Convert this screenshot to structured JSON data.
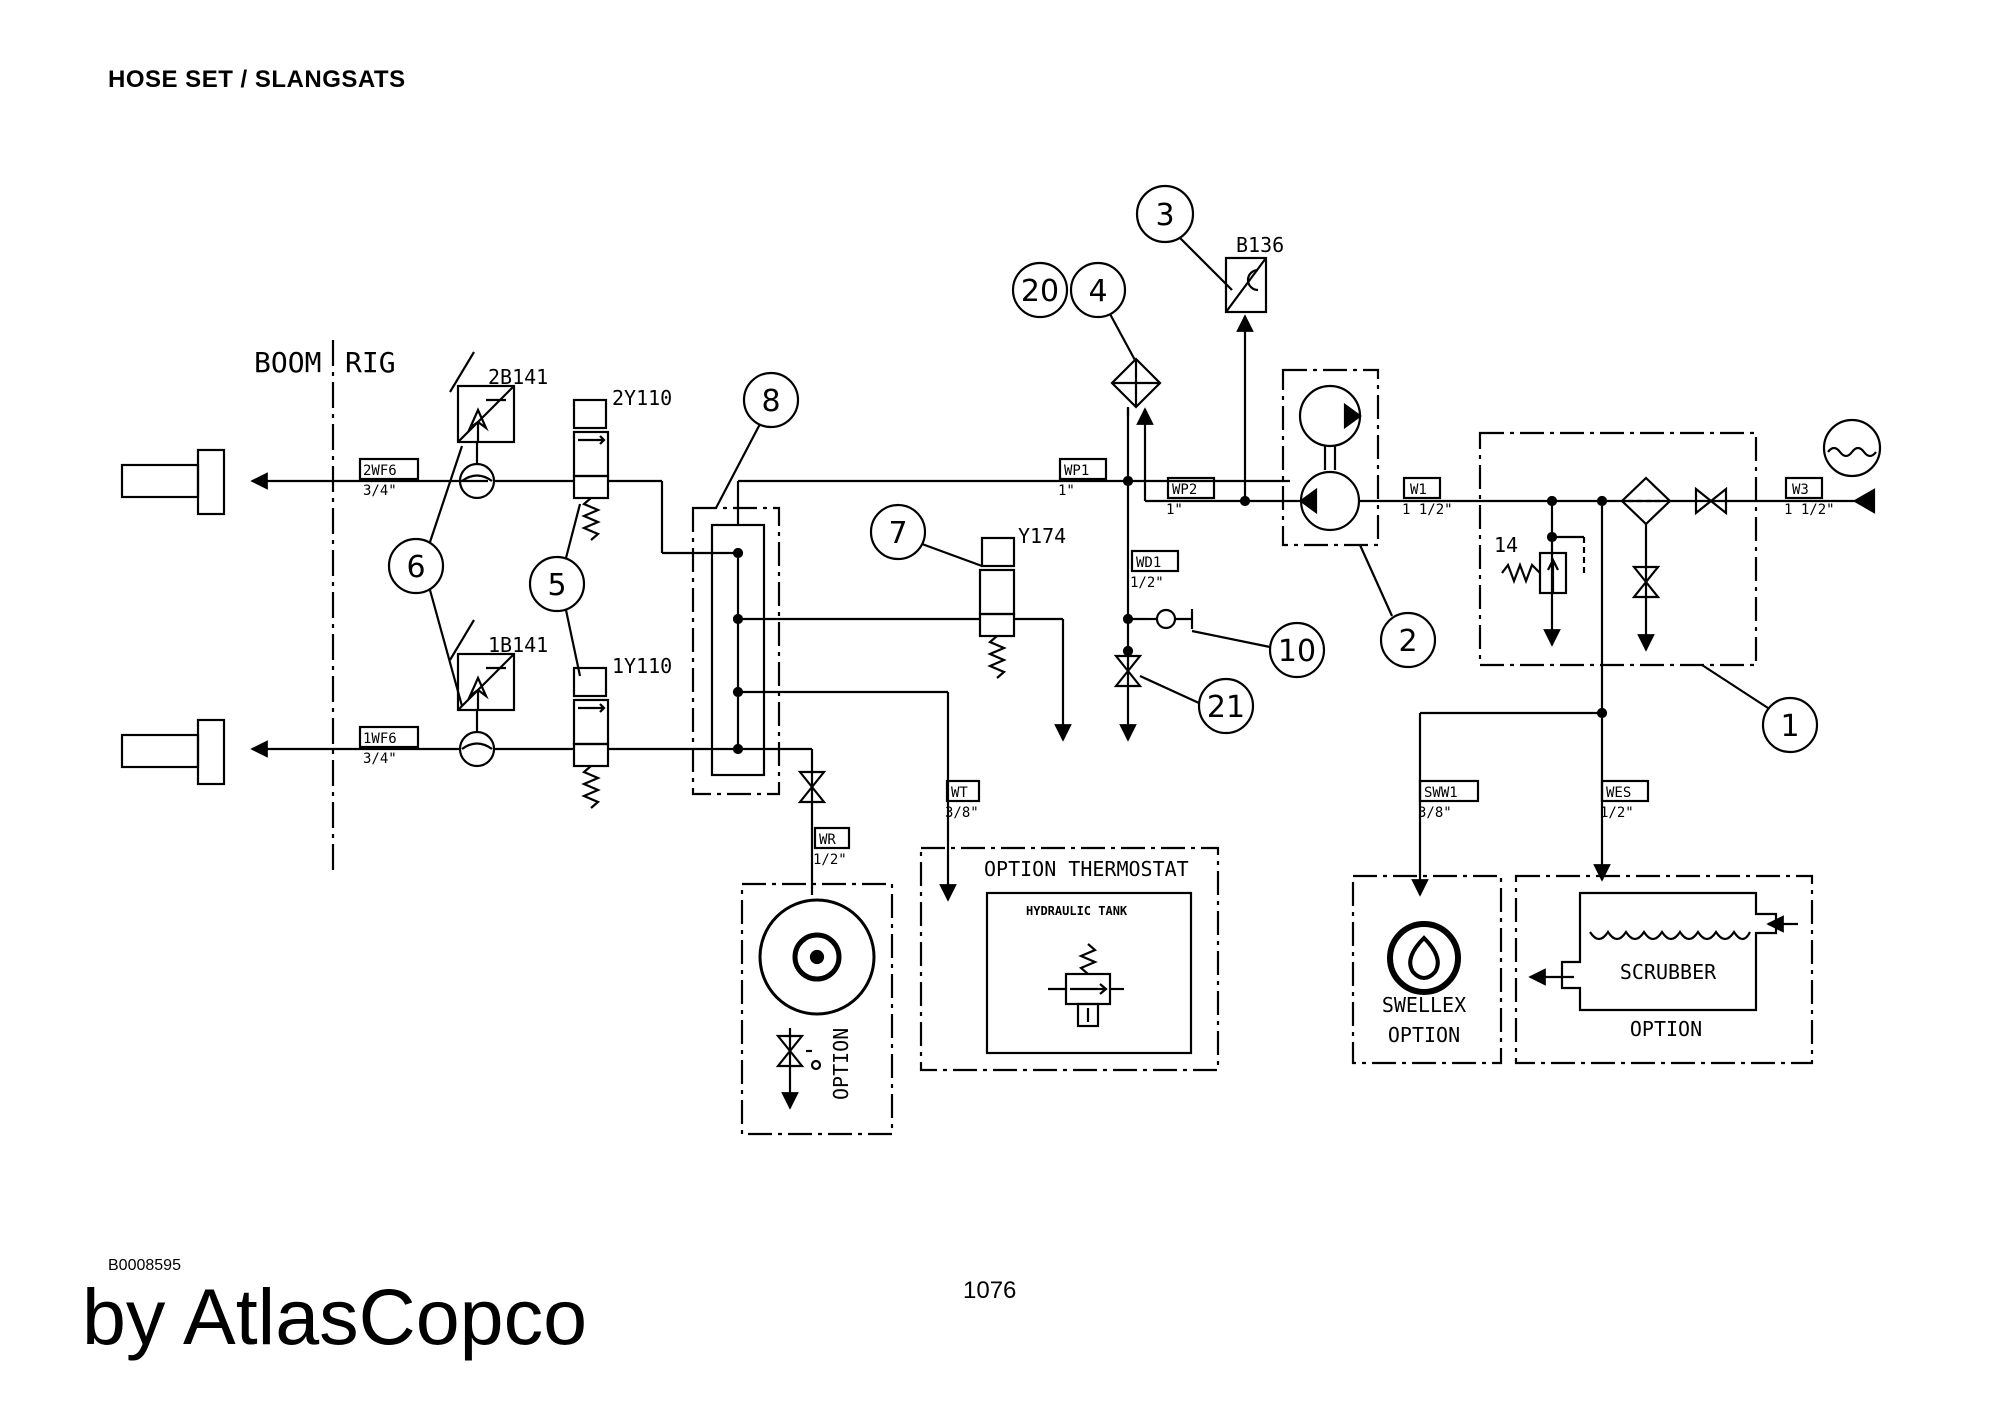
{
  "header": "HOSE SET / SLANGSATS",
  "drawing_number": "B0008595",
  "page_number": "1076",
  "brand": "by AtlasCopco",
  "zones": {
    "boom": "BOOM",
    "rig": "RIG"
  },
  "components": {
    "b136": "B136",
    "b2_141": "2B141",
    "b1_141": "1B141",
    "y2_110": "2Y110",
    "y1_110": "1Y110",
    "y174": "Y174",
    "r14": "14"
  },
  "hoses": {
    "wf2": {
      "code": "2WF6",
      "size": "3/4\""
    },
    "wf1": {
      "code": "1WF6",
      "size": "3/4\""
    },
    "wp1": {
      "code": "WP1",
      "size": "1\""
    },
    "wp2": {
      "code": "WP2",
      "size": "1\""
    },
    "wd1": {
      "code": "WD1",
      "size": "1/2\""
    },
    "w1": {
      "code": "W1",
      "size": "1 1/2\""
    },
    "w3": {
      "code": "W3",
      "size": "1 1/2\""
    },
    "wt": {
      "code": "WT",
      "size": "3/8\""
    },
    "wr": {
      "code": "WR",
      "size": "1/2\""
    },
    "sww1": {
      "code": "SWW1",
      "size": "3/8\""
    },
    "wes": {
      "code": "WES",
      "size": "1/2\""
    }
  },
  "callouts": [
    "1",
    "2",
    "3",
    "4",
    "5",
    "6",
    "7",
    "8",
    "10",
    "20",
    "21"
  ],
  "options": {
    "thermostat": "OPTION  THERMOSTAT",
    "hydraulic_tank": "HYDRAULIC TANK",
    "reel_option": "OPTION",
    "swellex": "SWELLEX",
    "swellex_option": "OPTION",
    "scrubber": "SCRUBBER",
    "scrubber_option": "OPTION"
  }
}
